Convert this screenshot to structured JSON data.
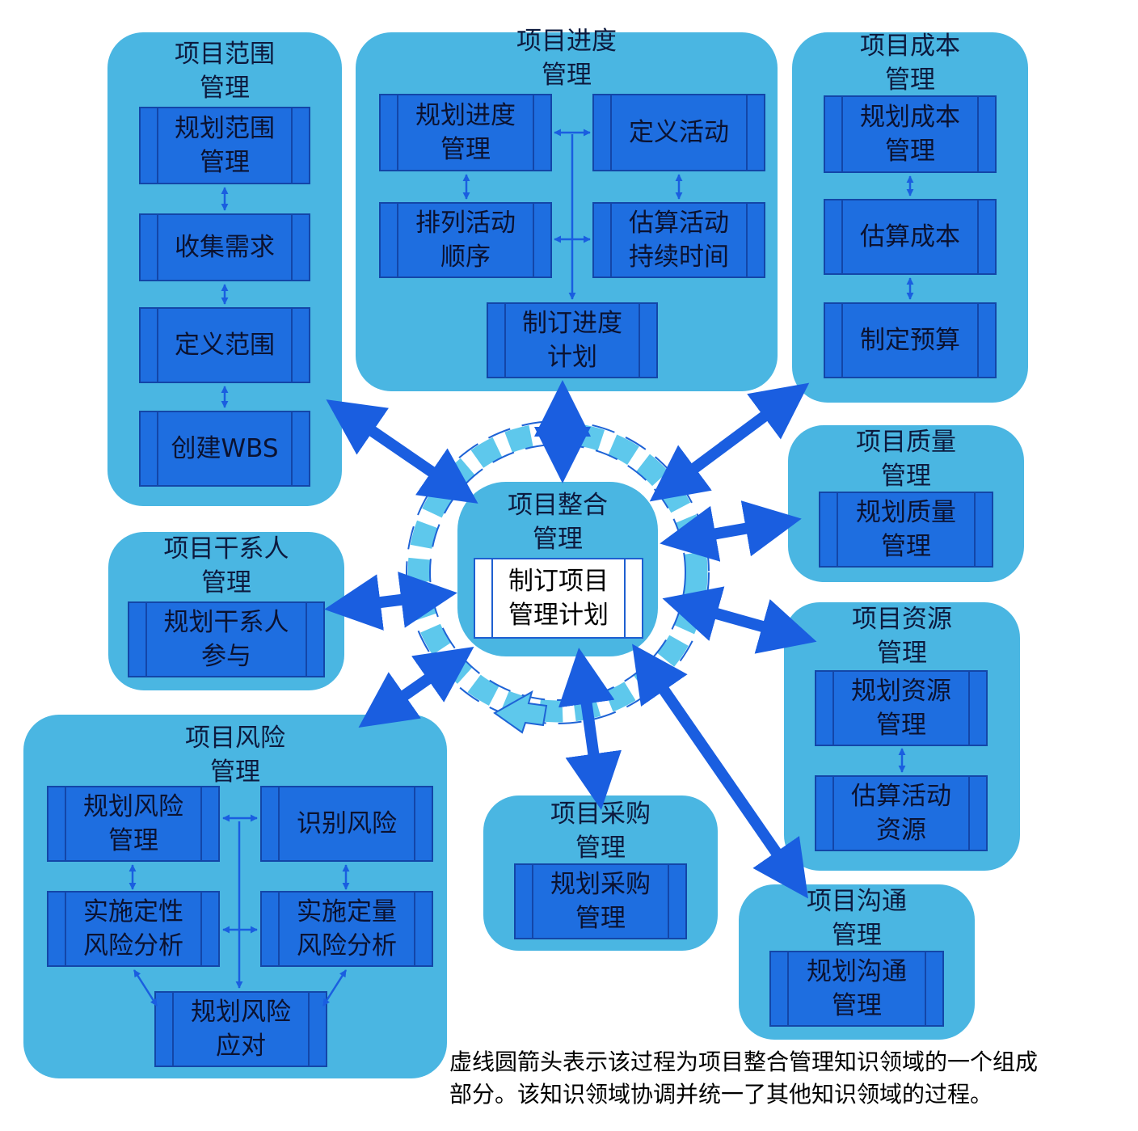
{
  "center": {
    "title": "项目整合\n管理",
    "process": "制订项目\n管理计划"
  },
  "areas": {
    "scope": {
      "title": "项目范围\n管理",
      "processes": [
        "规划范围\n管理",
        "收集需求",
        "定义范围",
        "创建WBS"
      ]
    },
    "schedule": {
      "title": "项目进度\n管理",
      "processes": [
        "规划进度\n管理",
        "定义活动",
        "排列活动\n顺序",
        "估算活动\n持续时间",
        "制订进度\n计划"
      ]
    },
    "cost": {
      "title": "项目成本\n管理",
      "processes": [
        "规划成本\n管理",
        "估算成本",
        "制定预算"
      ]
    },
    "quality": {
      "title": "项目质量\n管理",
      "processes": [
        "规划质量\n管理"
      ]
    },
    "stakeholder": {
      "title": "项目干系人\n管理",
      "processes": [
        "规划干系人\n参与"
      ]
    },
    "resource": {
      "title": "项目资源\n管理",
      "processes": [
        "规划资源\n管理",
        "估算活动\n资源"
      ]
    },
    "risk": {
      "title": "项目风险\n管理",
      "processes": [
        "规划风险\n管理",
        "识别风险",
        "实施定性\n风险分析",
        "实施定量\n风险分析",
        "规划风险\n应对"
      ]
    },
    "procurement": {
      "title": "项目采购\n管理",
      "processes": [
        "规划采购\n管理"
      ]
    },
    "communication": {
      "title": "项目沟通\n管理",
      "processes": [
        "规划沟通\n管理"
      ]
    }
  },
  "caption": "虚线圆箭头表示该过程为项目整合管理知识领域的一个组成\n部分。该知识领域协调并统一了其他知识领域的过程。",
  "colors": {
    "area": "#4ab6e2",
    "process": "#1e6ee0",
    "arrow": "#1a5ee0",
    "dashed_ring": "#5ec8ec"
  }
}
